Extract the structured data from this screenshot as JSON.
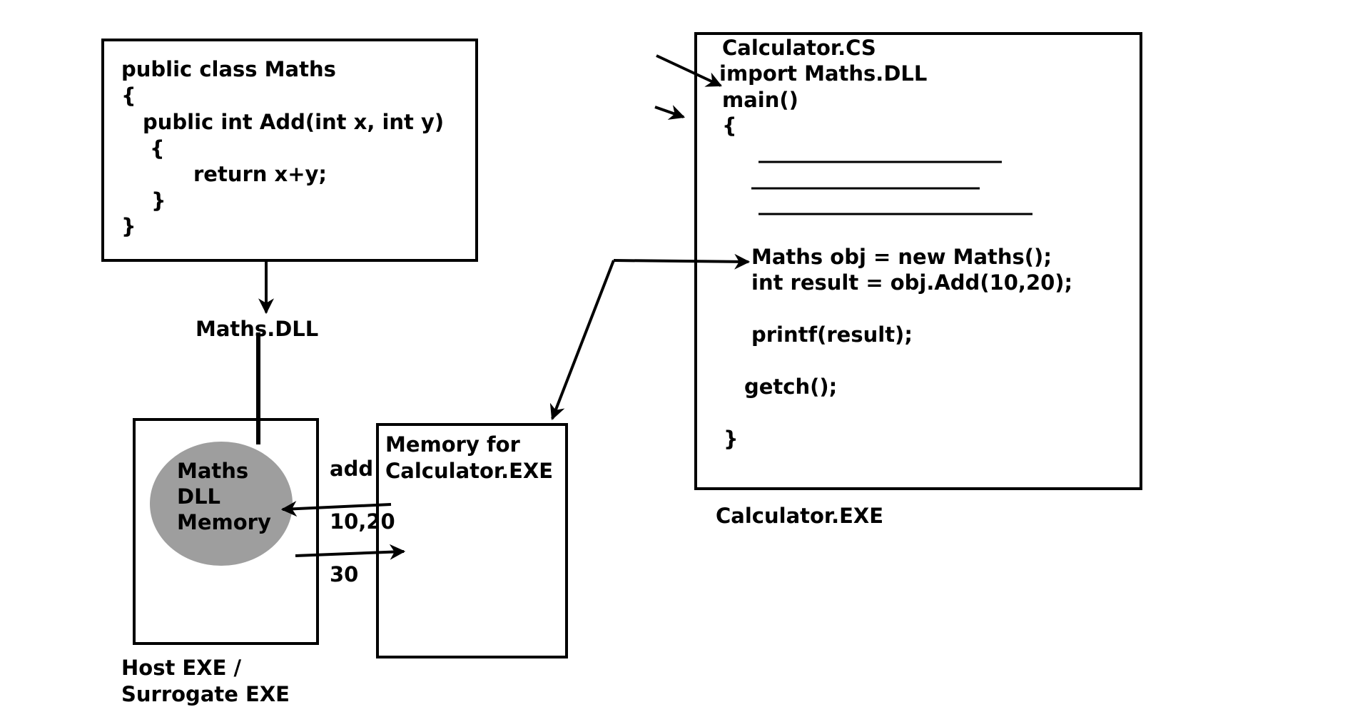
{
  "maths_class_code": {
    "line_1": "public class Maths",
    "line_2": "{",
    "line_3": "public int Add(int x, int y)",
    "line_4": "{",
    "line_5": "return x+y;",
    "line_6": "}",
    "line_7": "}"
  },
  "maths_dll_label": "Maths.DLL",
  "host_exe": {
    "dll_memory_line_1": "Maths",
    "dll_memory_line_2": "DLL",
    "dll_memory_line_3": "Memory",
    "caption_line_1": "Host EXE /",
    "caption_line_2": "Surrogate EXE"
  },
  "exchange": {
    "call_label": "add",
    "args_label": "10,20",
    "result_label": "30"
  },
  "calculator_memory": {
    "line_1": "Memory for",
    "line_2": "Calculator.EXE"
  },
  "calculator_code": {
    "title": "Calculator.CS",
    "import_line": "import Maths.DLL",
    "main_line": "main()",
    "open_brace": "{",
    "new_obj_line": "Maths obj = new Maths();",
    "add_call_line": "int result =  obj.Add(10,20);",
    "printf_line": "printf(result);",
    "getch_line": "getch();",
    "close_brace": "}"
  },
  "calculator_exe_label": "Calculator.EXE",
  "colors": {
    "stroke": "#000000",
    "dll_memory_fill": "#9e9e9e",
    "background": "#ffffff"
  }
}
